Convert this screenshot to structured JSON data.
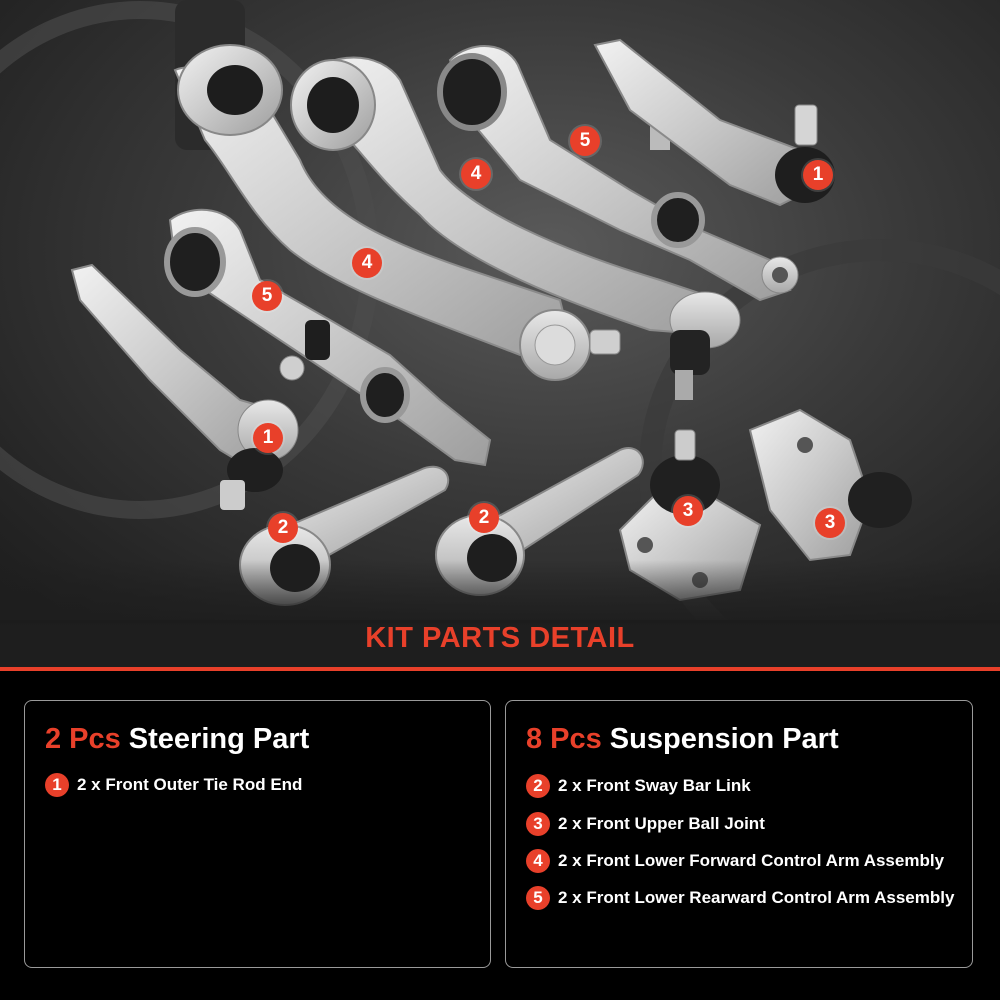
{
  "colors": {
    "accent": "#e8402a",
    "panel_border": "#9a9a9a",
    "text": "#ffffff"
  },
  "header": {
    "title": "KIT PARTS DETAIL"
  },
  "diagram_labels": [
    "1",
    "1",
    "2",
    "2",
    "3",
    "3",
    "4",
    "4",
    "5",
    "5"
  ],
  "steering": {
    "quantity": "2 Pcs",
    "label": "Steering Part",
    "items": [
      {
        "number": "1",
        "text": "2 x Front Outer Tie Rod End"
      }
    ]
  },
  "suspension": {
    "quantity": "8 Pcs",
    "label": "Suspension Part",
    "items": [
      {
        "number": "2",
        "text": "2 x Front Sway Bar Link"
      },
      {
        "number": "3",
        "text": "2 x Front Upper Ball Joint"
      },
      {
        "number": "4",
        "text": "2 x Front Lower Forward Control Arm Assembly"
      },
      {
        "number": "5",
        "text": "2 x Front Lower Rearward Control Arm Assembly"
      }
    ]
  }
}
